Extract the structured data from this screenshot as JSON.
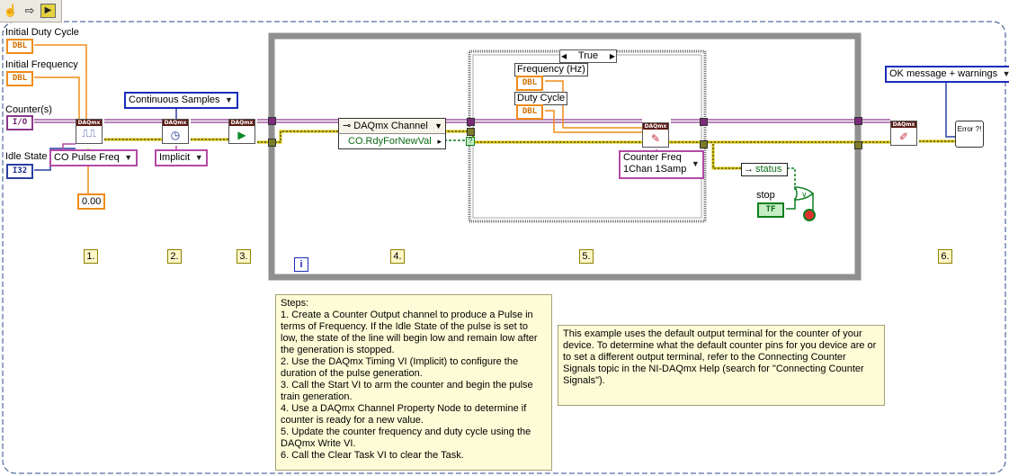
{
  "toolbar": {
    "hand_icon": "hand-icon",
    "arrow_icon": "run-arrow-icon",
    "highlight_icon": "highlight-icon"
  },
  "controls": {
    "initial_duty_cycle": {
      "label": "Initial Duty Cycle",
      "type": "DBL"
    },
    "initial_frequency": {
      "label": "Initial Frequency",
      "type": "DBL"
    },
    "counters": {
      "label": "Counter(s)",
      "type": "I/O"
    },
    "idle_state": {
      "label": "Idle State",
      "type": "I32"
    },
    "frequency_hz": {
      "label": "Frequency (Hz)",
      "type": "DBL"
    },
    "duty_cycle": {
      "label": "Duty Cycle",
      "type": "DBL"
    },
    "stop": {
      "label": "stop",
      "type": "TF"
    },
    "status": {
      "label": "status"
    }
  },
  "constants": {
    "co_pulse_freq": "CO Pulse Freq",
    "continuous_samples": "Continuous Samples",
    "implicit": "Implicit",
    "zero_value": "0.00",
    "counter_freq_line1": "Counter Freq",
    "counter_freq_line2": "1Chan 1Samp",
    "ok_message": "OK message + warnings"
  },
  "case_structure": {
    "selector": "True"
  },
  "property_node": {
    "title": "DAQmx Channel",
    "property": "CO.RdyForNewVal"
  },
  "vis": {
    "daqmx_label": "DAQmx",
    "error_handler": "Error ?!"
  },
  "loop": {
    "iteration_label": "i"
  },
  "steps": [
    "1.",
    "2.",
    "3.",
    "4.",
    "5.",
    "6."
  ],
  "notes": {
    "steps_text": [
      "Steps:",
      "1.  Create a Counter Output channel to produce a Pulse in terms of Frequency.  If the Idle State of the pulse is set to low, the state of the line will begin low and remain low after the generation is stopped.",
      "2. Use the DAQmx Timing VI (Implicit) to configure the duration of the pulse generation.",
      "3. Call the Start VI to arm the counter and begin the pulse train generation.",
      "4. Use a DAQmx Channel Property Node to determine if counter is ready for a new value.",
      "5.  Update the counter frequency and duty cycle using the DAQmx Write VI.",
      "6.  Call the Clear Task VI to clear the Task."
    ],
    "example_text": "This example uses the default output terminal for the counter of your device.  To determine what the default counter pins for you device are or to set a different output terminal, refer to the Connecting Counter Signals topic in the NI-DAQmx Help (search for \"Connecting Counter Signals\")."
  },
  "colors": {
    "dbl_orange": "#f08c19",
    "io_purple": "#8a3a8a",
    "i32_blue": "#2b3fa3",
    "bool_green": "#0f7f20",
    "error_yellow": "#d2c000",
    "note_bg": "#fdfcd6"
  }
}
